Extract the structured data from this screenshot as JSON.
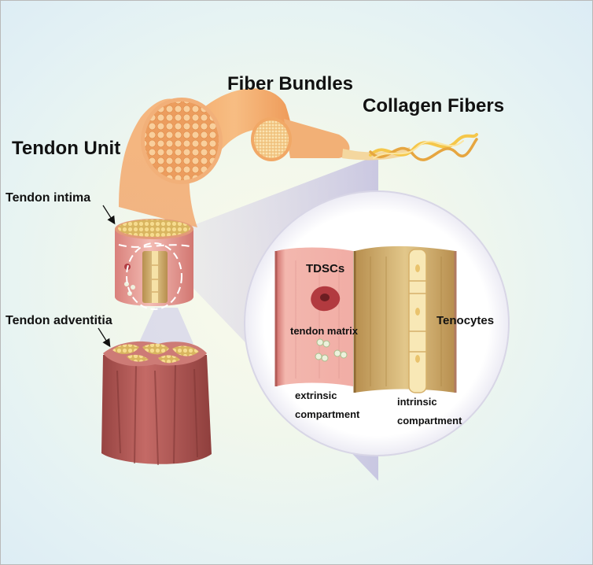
{
  "labels": {
    "fiber_bundles": "Fiber Bundles",
    "collagen_fibers": "Collagen Fibers",
    "tendon_unit": "Tendon Unit",
    "tendon_intima": "Tendon intima",
    "tendon_adventitia": "Tendon adventitia",
    "tdscs": "TDSCs",
    "tendon_matrix": "tendon matrix",
    "tenocytes": "Tenocytes",
    "extrinsic_line1": "extrinsic",
    "extrinsic_line2": "compartment",
    "intrinsic_line1": "intrinsic",
    "intrinsic_line2": "compartment"
  },
  "colors": {
    "tendon_orange": "#f2a25e",
    "fiber_yellow": "#f0d084",
    "tissue_pink": "#d9827f",
    "adventitia_red": "#a8504d",
    "tenocyte_cream": "#f8e6b0",
    "tdsc_red": "#b23a3f"
  }
}
